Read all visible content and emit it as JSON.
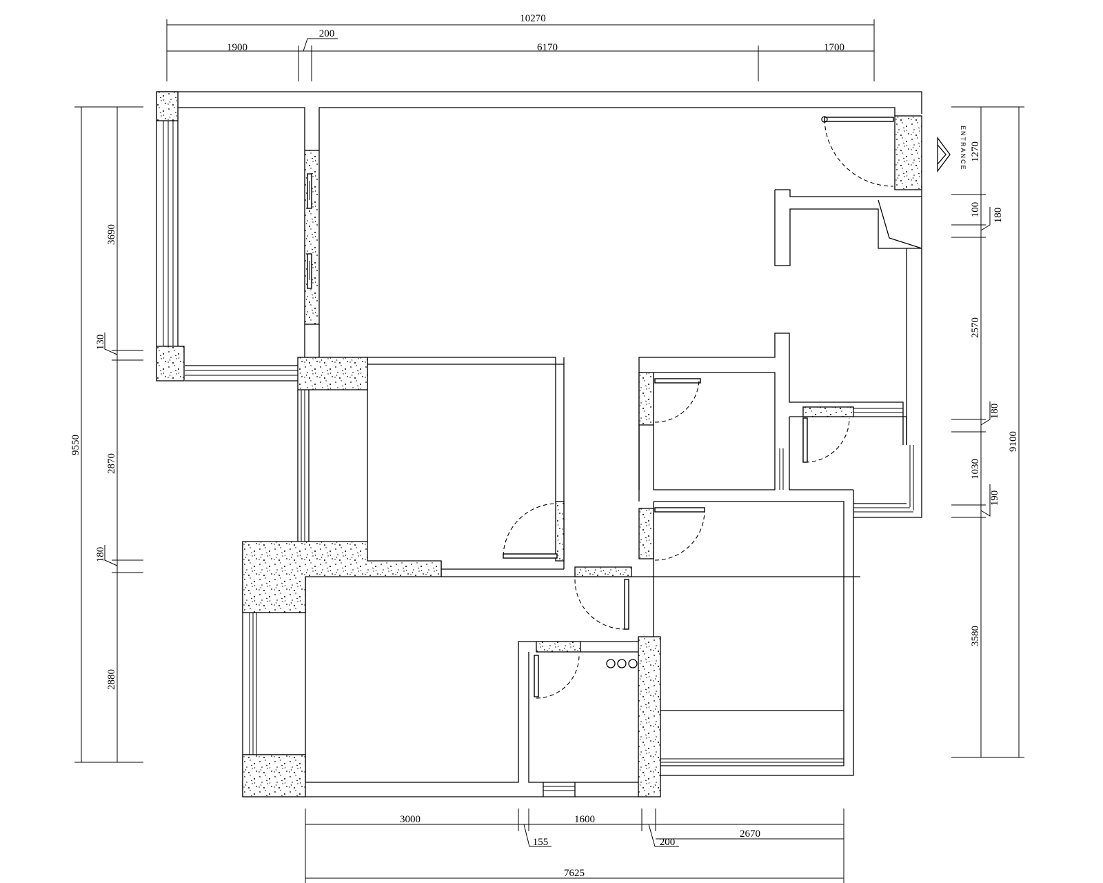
{
  "dimensions": {
    "top": {
      "total": "10270",
      "seg1": "1900",
      "seg2": "200",
      "seg3": "6170",
      "seg4": "1700"
    },
    "left": {
      "total": "9550",
      "seg1": "3690",
      "seg2": "130",
      "seg3": "2870",
      "seg4": "180",
      "seg5": "2880"
    },
    "right": {
      "total": "9100",
      "seg1": "1270",
      "seg2": "100",
      "seg3": "180",
      "seg4": "2570",
      "seg5": "180",
      "seg6": "1030",
      "seg7": "190",
      "seg8": "3580"
    },
    "bottom": {
      "seg1": "3000",
      "seg2": "155",
      "seg3": "1600",
      "seg4": "200",
      "seg5": "2670",
      "total": "7625"
    }
  },
  "entrance": {
    "label": "ENTRANCE"
  },
  "colors": {
    "line": "#000000",
    "background": "#ffffff",
    "hatch": "#000000"
  }
}
